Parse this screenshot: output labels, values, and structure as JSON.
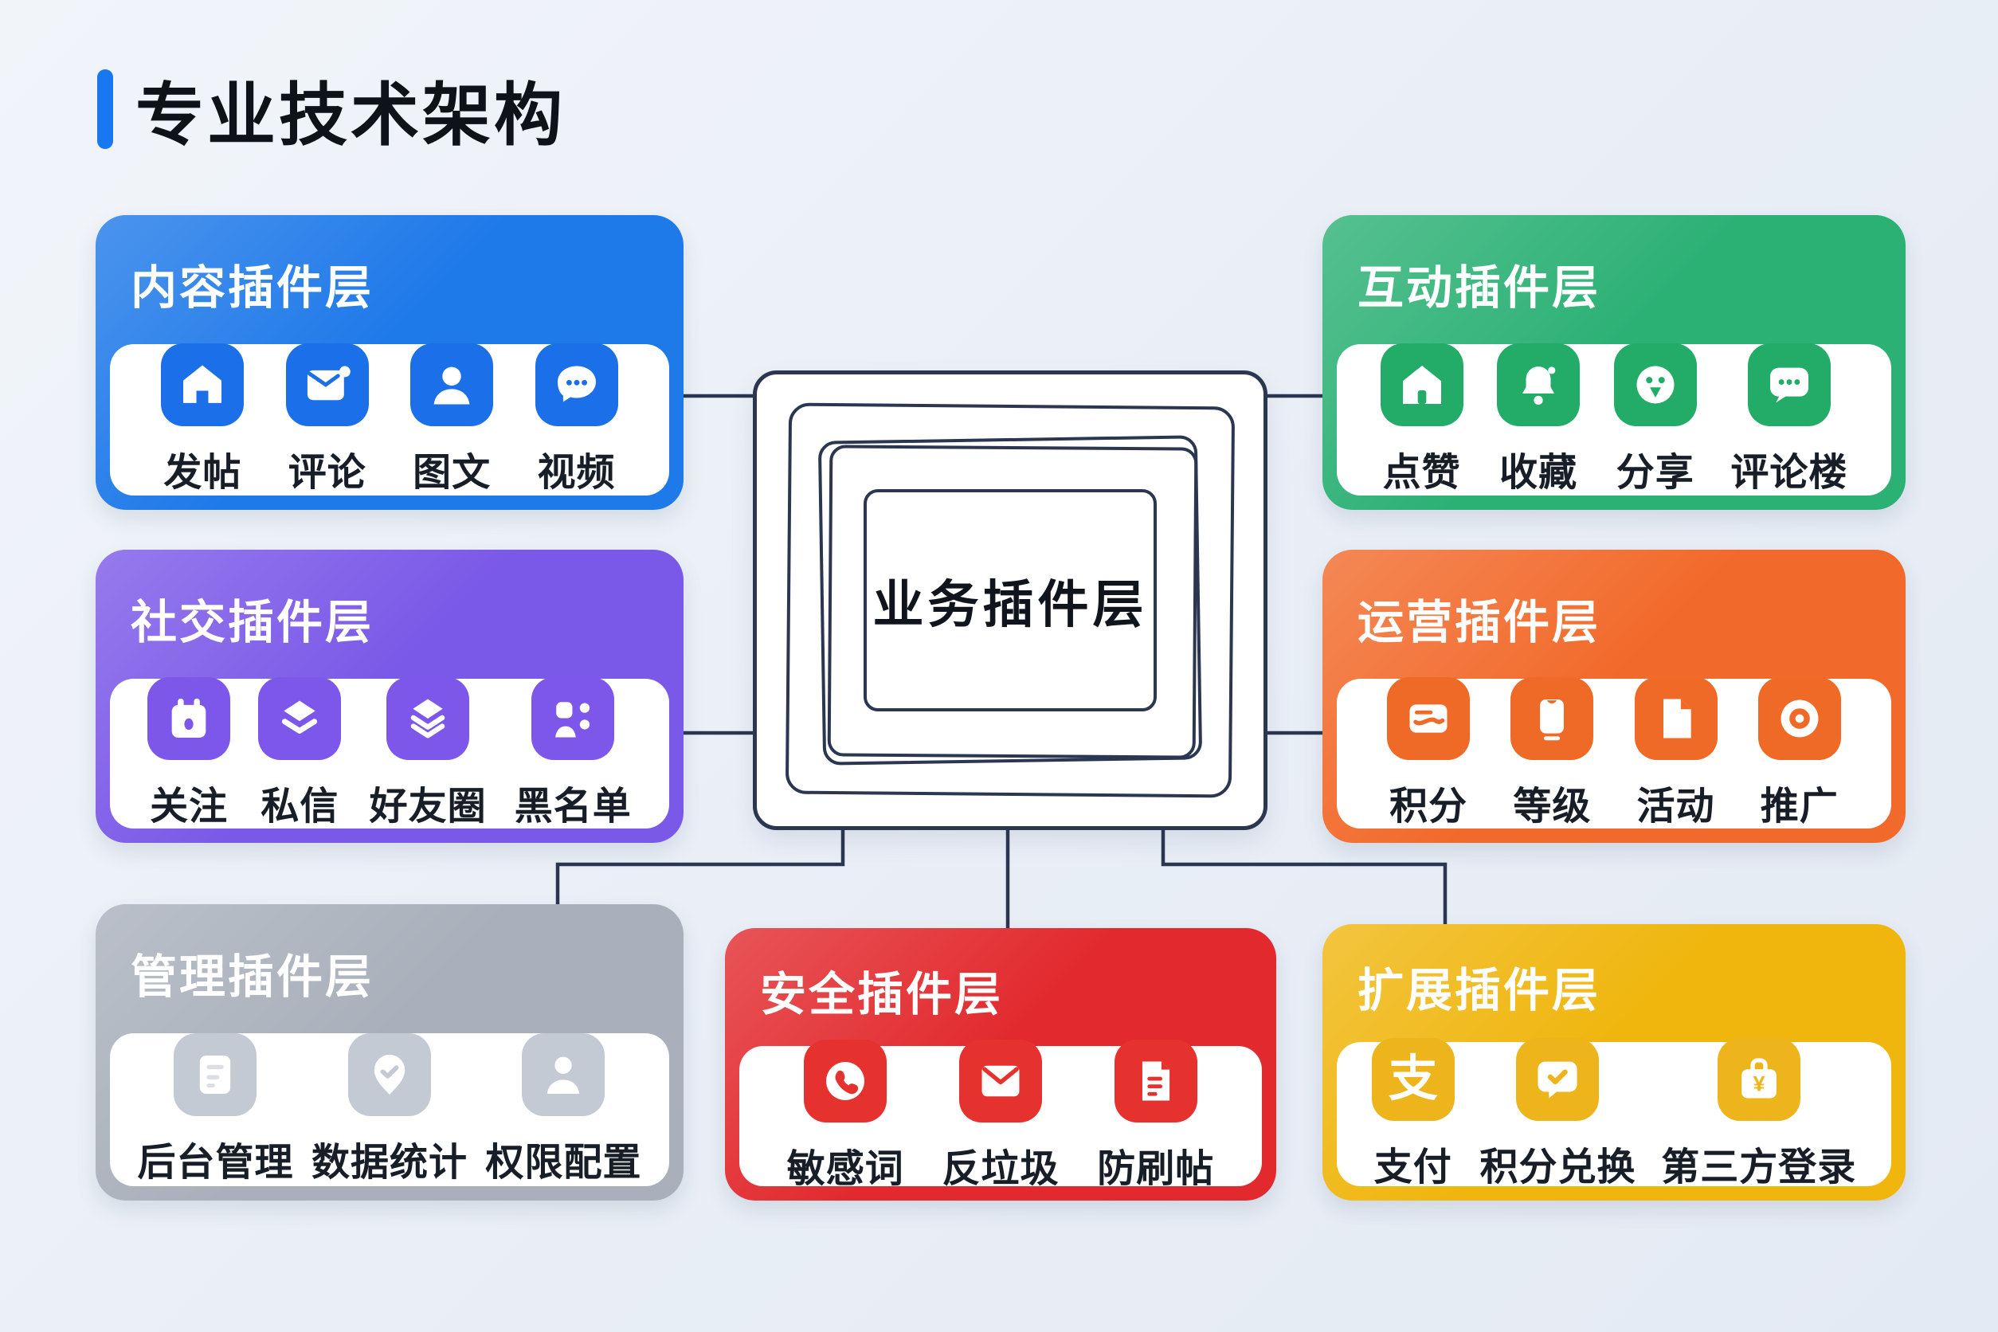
{
  "title": {
    "text": "专业技术架构",
    "accent_color": "#1778f2"
  },
  "center": {
    "label": "业务插件层"
  },
  "colors": {
    "background": "#e9eef6",
    "line": "#2b3650"
  },
  "boxes": [
    {
      "id": "content",
      "title": "内容插件层",
      "color": "#1e79e9",
      "tile_color": "#1b6fe8",
      "items": [
        {
          "label": "发帖",
          "icon": "home-icon"
        },
        {
          "label": "评论",
          "icon": "mail-compose-icon"
        },
        {
          "label": "图文",
          "icon": "person-icon"
        },
        {
          "label": "视频",
          "icon": "chat-dots-icon"
        }
      ]
    },
    {
      "id": "interaction",
      "title": "互动插件层",
      "color": "#2cb175",
      "tile_color": "#22ac68",
      "items": [
        {
          "label": "点赞",
          "icon": "house-icon"
        },
        {
          "label": "收藏",
          "icon": "bell-icon"
        },
        {
          "label": "分享",
          "icon": "share-face-icon"
        },
        {
          "label": "评论楼",
          "icon": "chat-bubble-dots-icon"
        }
      ]
    },
    {
      "id": "social",
      "title": "社交插件层",
      "color": "#7b59e8",
      "tile_color": "#7c57ea",
      "items": [
        {
          "label": "关注",
          "icon": "calendar-icon"
        },
        {
          "label": "私信",
          "icon": "layers-two-icon"
        },
        {
          "label": "好友圈",
          "icon": "layers-three-icon"
        },
        {
          "label": "黑名单",
          "icon": "contacts-icon"
        }
      ]
    },
    {
      "id": "operation",
      "title": "运营插件层",
      "color": "#f26a2b",
      "tile_color": "#ef6a26",
      "items": [
        {
          "label": "积分",
          "icon": "card-icon"
        },
        {
          "label": "等级",
          "icon": "phone-device-icon"
        },
        {
          "label": "活动",
          "icon": "doc-fold-icon"
        },
        {
          "label": "推广",
          "icon": "target-icon"
        }
      ]
    },
    {
      "id": "management",
      "title": "管理插件层",
      "color": "#a9b0bb",
      "tile_color": "#c3cad4",
      "items": [
        {
          "label": "后台管理",
          "icon": "doc-lines-icon"
        },
        {
          "label": "数据统计",
          "icon": "pin-check-icon"
        },
        {
          "label": "权限配置",
          "icon": "person-badge-icon"
        }
      ]
    },
    {
      "id": "security",
      "title": "安全插件层",
      "color": "#e22a2e",
      "tile_color": "#e6322f",
      "items": [
        {
          "label": "敏感词",
          "icon": "phone-handset-icon"
        },
        {
          "label": "反垃圾",
          "icon": "mail-icon"
        },
        {
          "label": "防刷帖",
          "icon": "doc-text-icon"
        }
      ]
    },
    {
      "id": "extension",
      "title": "扩展插件层",
      "color": "#f0b60e",
      "tile_color": "#edb41c",
      "items": [
        {
          "label": "支付",
          "icon": "alipay-icon"
        },
        {
          "label": "积分兑换",
          "icon": "chat-check-icon"
        },
        {
          "label": "第三方登录",
          "icon": "bag-yen-icon"
        }
      ]
    }
  ]
}
